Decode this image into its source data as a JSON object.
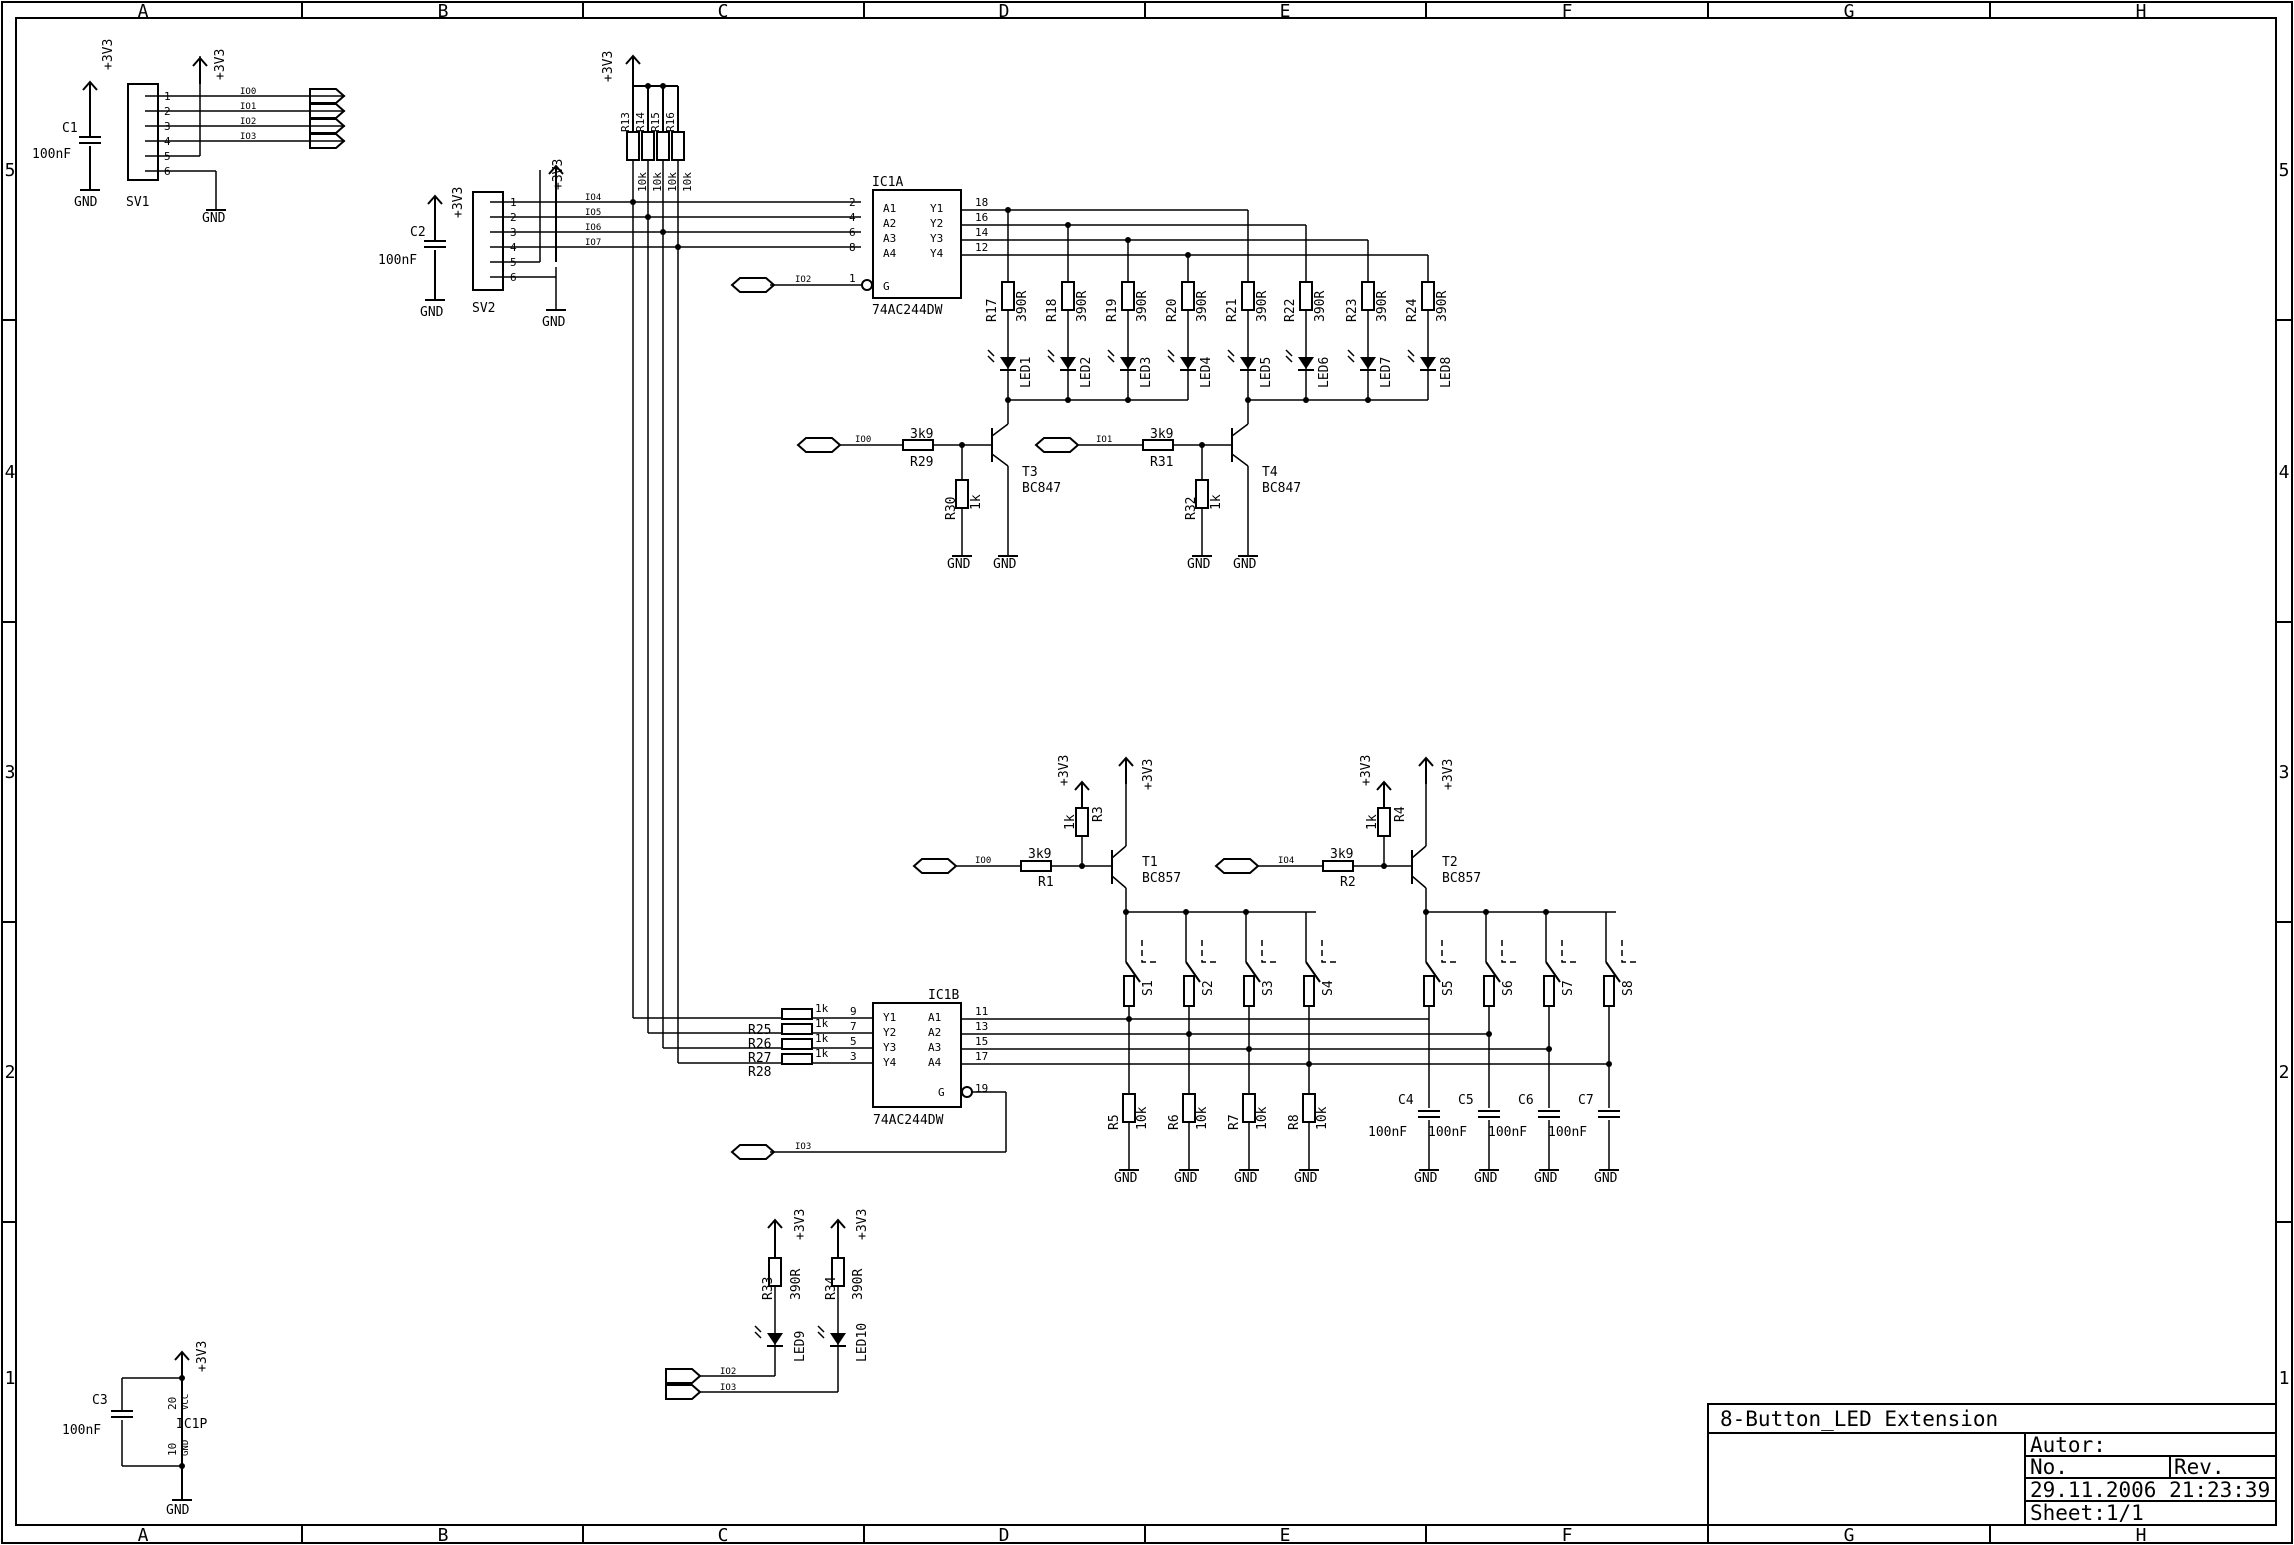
{
  "title_block": {
    "title": "8-Button_LED Extension",
    "author_label": "Autor:",
    "no_label": "No.",
    "rev_label": "Rev.",
    "datetime": "29.11.2006 21:23:39",
    "sheet": "Sheet:1/1"
  },
  "columns": [
    "A",
    "B",
    "C",
    "D",
    "E",
    "F",
    "G",
    "H"
  ],
  "rows": [
    "5",
    "4",
    "3",
    "2",
    "1"
  ],
  "labels": {
    "c1": "C1",
    "c1v": "100nF",
    "c2": "C2",
    "c2v": "100nF",
    "c3": "C3",
    "c3v": "100nF",
    "c4": "C4",
    "c5": "C5",
    "c6": "C6",
    "c7": "C7",
    "c100": "100nF",
    "sv1": "SV1",
    "sv2": "SV2",
    "ic1a": "IC1A",
    "ic1b": "IC1B",
    "ic1p": "IC1P",
    "ic_part": "74AC244DW",
    "vcc": "VCC",
    "gnd_pin": "GND",
    "p20": "20",
    "p10": "10",
    "t1": "T1",
    "t2": "T2",
    "t3": "T3",
    "t4": "T4",
    "bc857": "BC857",
    "bc847": "BC847",
    "r1": "R1",
    "r2": "R2",
    "r3": "R3",
    "r4": "R4",
    "r5": "R5",
    "r6": "R6",
    "r7": "R7",
    "r8": "R8",
    "r13": "R13",
    "r14": "R14",
    "r15": "R15",
    "r16": "R16",
    "r17": "R17",
    "r18": "R18",
    "r19": "R19",
    "r20": "R20",
    "r21": "R21",
    "r22": "R22",
    "r23": "R23",
    "r24": "R24",
    "r25": "R25",
    "r26": "R26",
    "r27": "R27",
    "r28": "R28",
    "r29": "R29",
    "r30": "R30",
    "r31": "R31",
    "r32": "R32",
    "r33": "R33",
    "r34": "R34",
    "v3k9": "3k9",
    "v1k": "1k",
    "v10k": "10k",
    "v390r": "390R",
    "led1": "LED1",
    "led2": "LED2",
    "led3": "LED3",
    "led4": "LED4",
    "led5": "LED5",
    "led6": "LED6",
    "led7": "LED7",
    "led8": "LED8",
    "led9": "LED9",
    "led10": "LED10",
    "s1": "S1",
    "s2": "S2",
    "s3": "S3",
    "s4": "S4",
    "s5": "S5",
    "s6": "S6",
    "s7": "S7",
    "s8": "S8",
    "gnd": "GND",
    "p3v3": "+3V3",
    "io0": "IO0",
    "io1": "IO1",
    "io2": "IO2",
    "io3": "IO3",
    "io4": "IO4",
    "io5": "IO5",
    "io6": "IO6",
    "io7": "IO7",
    "a1": "A1",
    "a2": "A2",
    "a3": "A3",
    "a4": "A4",
    "y1": "Y1",
    "y2": "Y2",
    "y3": "Y3",
    "y4": "Y4",
    "g": "G",
    "n1": "1",
    "n2": "2",
    "n3": "3",
    "n4": "4",
    "n5": "5",
    "n6": "6",
    "n7": "7",
    "n8": "8",
    "n9": "9",
    "n11": "11",
    "n12": "12",
    "n13": "13",
    "n14": "14",
    "n15": "15",
    "n16": "16",
    "n17": "17",
    "n18": "18",
    "n19": "19"
  }
}
